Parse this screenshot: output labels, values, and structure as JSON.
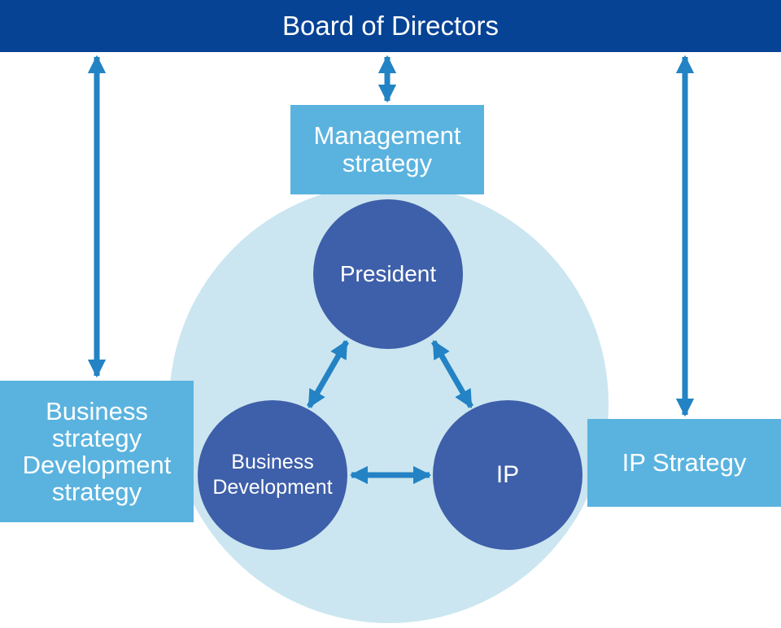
{
  "board": {
    "label": "Board of Directors"
  },
  "management": {
    "line1": "Management",
    "line2": "strategy"
  },
  "left_box": {
    "line1": "Business",
    "line2": "strategy",
    "line3": "Development",
    "line4": "strategy"
  },
  "ip_strategy": {
    "label": "IP Strategy"
  },
  "president": {
    "label": "President"
  },
  "business_development": {
    "line1": "Business",
    "line2": "Development"
  },
  "ip": {
    "label": "IP"
  },
  "colors": {
    "board": "#064395",
    "strategy_box": "#5ab3df",
    "outer_circle": "#cbe6f0",
    "node_circle": "#3e5fa9",
    "arrow": "#2383c4"
  }
}
